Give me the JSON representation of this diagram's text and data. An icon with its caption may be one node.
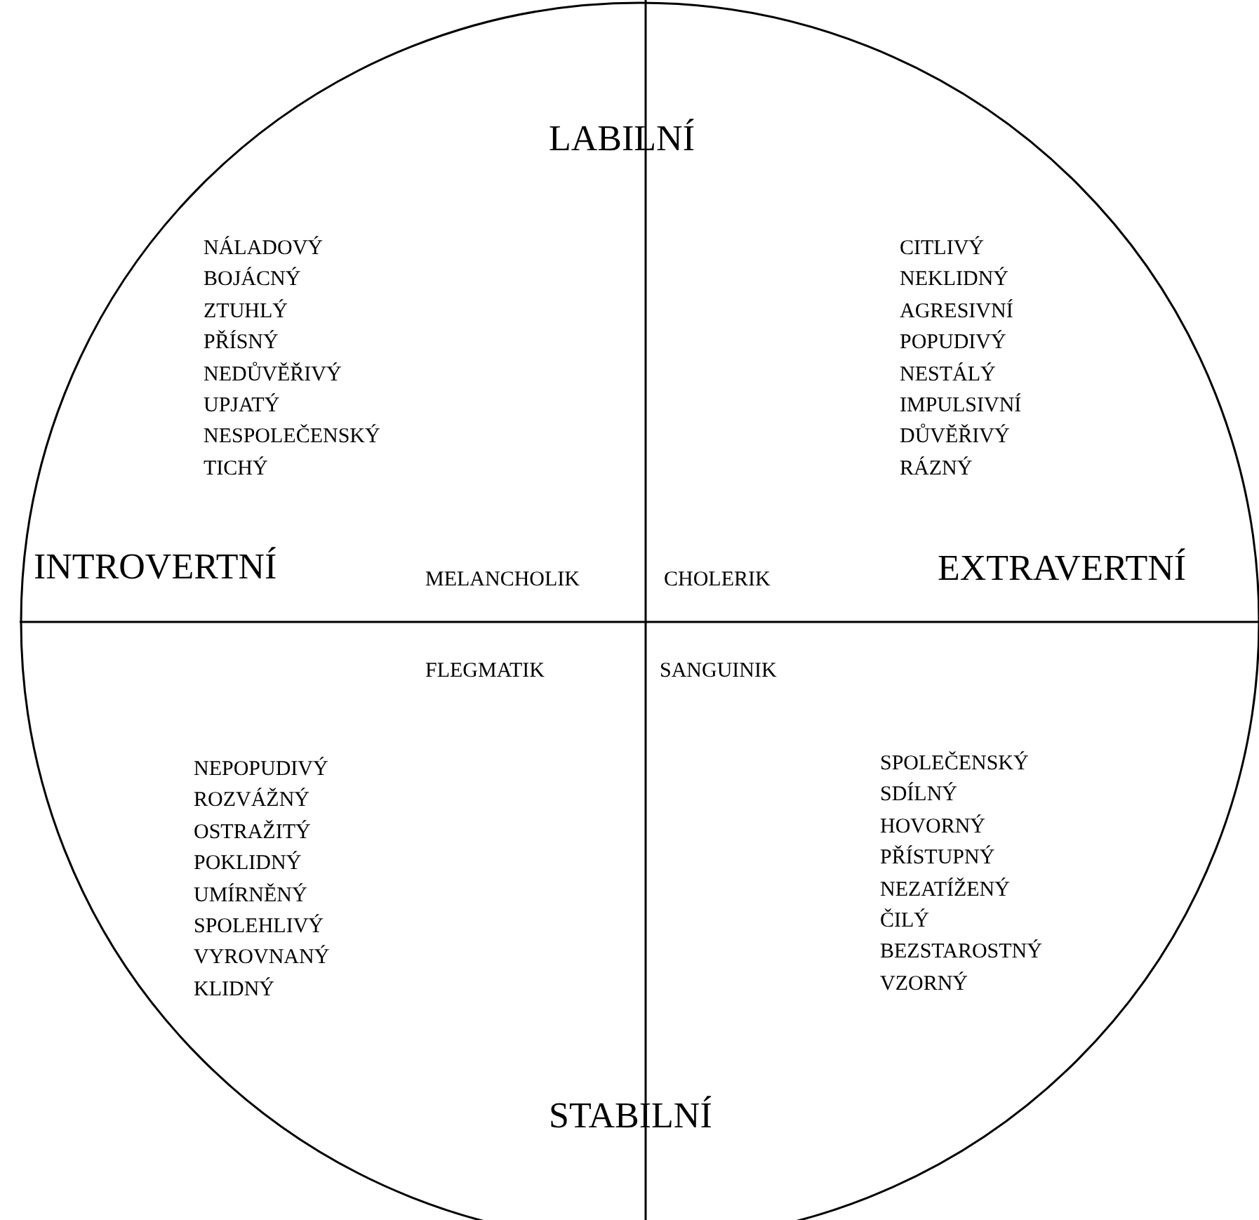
{
  "diagram": {
    "labels": [
      "LABILNÍ",
      "NÁLADOVÝ",
      "BOJÁCNÝ",
      "ZTUHLÝ",
      "PŘÍSNÝ",
      "NEDŮVĚŘIVÝ",
      "UPJATÝ",
      "NESPOLEČENSKÝ",
      "TICHÝ",
      "CITLIVÝ",
      "NEKLIDNÝ",
      "AGRESIVNÍ",
      "POPUDIVÝ",
      "NESTÁLÝ",
      "IMPULSIVNÍ",
      "DŮVĚŘIVÝ",
      "RÁZNÝ",
      "INTROVERTNÍ",
      "MELANCHOLIK",
      "CHOLERIK",
      "EXTRAVERTNÍ",
      "FLEGMATIK",
      "SANGUINIK",
      "NEPOPUDIVÝ",
      "ROZVÁŽNÝ",
      "OSTRAŽITÝ",
      "POKLIDNÝ",
      "UMÍRNĚNÝ",
      "SPOLEHLIVÝ",
      "VYROVNANÝ",
      "KLIDNÝ",
      "SPOLEČENSKÝ",
      "SDÍLNÝ",
      "HOVORNÝ",
      "PŘÍSTUPNÝ",
      "NEZATÍŽENÝ",
      "ČILÝ",
      "BEZSTAROSTNÝ",
      "VZORNÝ",
      "STABILNÍ"
    ]
  }
}
